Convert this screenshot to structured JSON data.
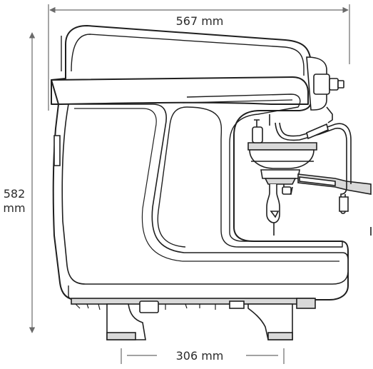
{
  "dimensions": {
    "width_label": "567 mm",
    "height_value": "582",
    "height_unit": "mm",
    "foot_span_label": "306 mm"
  },
  "colors": {
    "line": "#1f1f1f",
    "dimension_line": "#6a6a6a",
    "fill": "#ffffff",
    "shade": "#d9d9d9"
  }
}
